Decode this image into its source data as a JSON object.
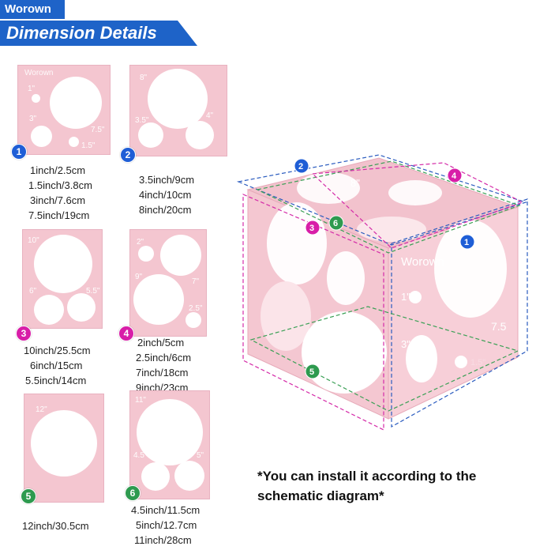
{
  "brand": "Worown",
  "title": "Dimension Details",
  "colors": {
    "panel_pink": "#f4c6d0",
    "title_blue": "#1e63c8",
    "badge_1": "#1f5ed6",
    "badge_2": "#1f5ed6",
    "badge_3": "#d81ea8",
    "badge_4": "#d81ea8",
    "badge_5": "#2e9a4f",
    "badge_6": "#2e9a4f"
  },
  "panels": [
    {
      "number": "1",
      "marks": [
        "1\"",
        "3\"",
        "7.5\"",
        "1.5\""
      ],
      "brand": "Worown",
      "sizes": [
        "1inch/2.5cm",
        "1.5inch/3.8cm",
        "3inch/7.6cm",
        "7.5inch/19cm"
      ]
    },
    {
      "number": "2",
      "marks": [
        "8\"",
        "3.5\"",
        "4\""
      ],
      "sizes": [
        "3.5inch/9cm",
        "4inch/10cm",
        "8inch/20cm"
      ]
    },
    {
      "number": "3",
      "marks": [
        "10\"",
        "6\"",
        "5.5\""
      ],
      "sizes": [
        "10inch/25.5cm",
        "6inch/15cm",
        "5.5inch/14cm"
      ]
    },
    {
      "number": "4",
      "marks": [
        "2\"",
        "9\"",
        "7\"",
        "2.5\""
      ],
      "sizes": [
        "2inch/5cm",
        "2.5inch/6cm",
        "7inch/18cm",
        "9inch/23cm"
      ]
    },
    {
      "number": "5",
      "marks": [
        "12\""
      ],
      "sizes": [
        "12inch/30.5cm"
      ]
    },
    {
      "number": "6",
      "marks": [
        "11\"",
        "4.5\"",
        "5\""
      ],
      "sizes": [
        "4.5inch/11.5cm",
        "5inch/12.7cm",
        "11inch/28cm"
      ]
    }
  ],
  "cube": {
    "brand": "Worown",
    "marks": [
      "8\"",
      "1\"",
      "3\"",
      "7.5",
      "1.5\""
    ],
    "labels": [
      "1",
      "2",
      "3",
      "4",
      "5",
      "6"
    ]
  },
  "note": {
    "line1": "*You can install it according to the",
    "line2": "schematic diagram*"
  }
}
